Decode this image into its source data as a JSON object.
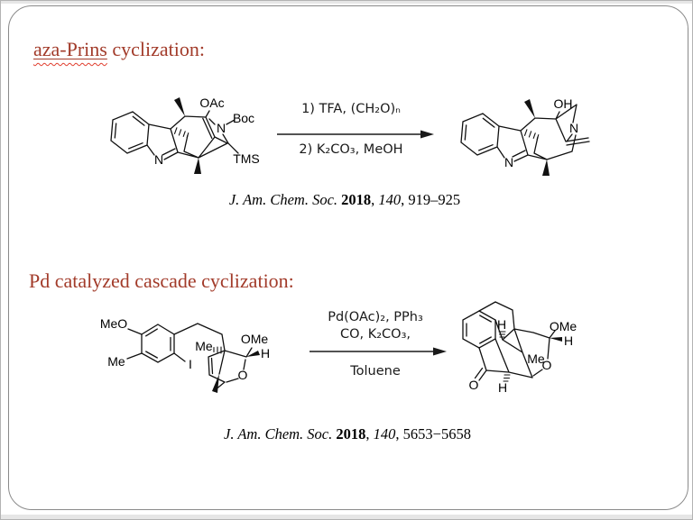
{
  "slide": {
    "background": "#ffffff",
    "frame_color": "#8a8a8a",
    "accent_red": "#a23b2a",
    "squiggle_red": "#e03c2d"
  },
  "scheme1": {
    "title_underlined": "aza-Prins",
    "title_rest": " cyclization:",
    "conditions_above": "1) TFA, (CH₂O)ₙ",
    "conditions_below": "2) K₂CO₃, MeOH",
    "citation": {
      "journal": "J. Am. Chem. Soc. ",
      "year": "2018",
      "sep": ", ",
      "volume": "140",
      "pages": ", 919–925"
    },
    "reactant_labels": {
      "oac": "OAc",
      "boc": "Boc",
      "n_amine": "N",
      "n_indole": "N",
      "tms": "TMS"
    },
    "product_labels": {
      "oh": "OH",
      "n_amine": "N",
      "n_indole": "N"
    }
  },
  "scheme2": {
    "title": "Pd catalyzed cascade cyclization:",
    "conditions_above1": "Pd(OAc)₂, PPh₃",
    "conditions_above2": "CO, K₂CO₃,",
    "conditions_below": "Toluene",
    "citation": {
      "journal": "J. Am. Chem. Soc. ",
      "year": "2018",
      "sep": ", ",
      "volume": "140",
      "pages": ", 5653−5658"
    },
    "reactant_labels": {
      "meo": "MeO",
      "me_aryl": "Me",
      "iodo": "I",
      "me_bridge": "Me",
      "ome": "OMe",
      "h": "H",
      "o": "O"
    },
    "product_labels": {
      "h_top": "H",
      "ome": "OMe",
      "h_right": "H",
      "me": "Me",
      "o_ring": "O",
      "h_bottom": "H",
      "o_ketone": "O"
    }
  }
}
